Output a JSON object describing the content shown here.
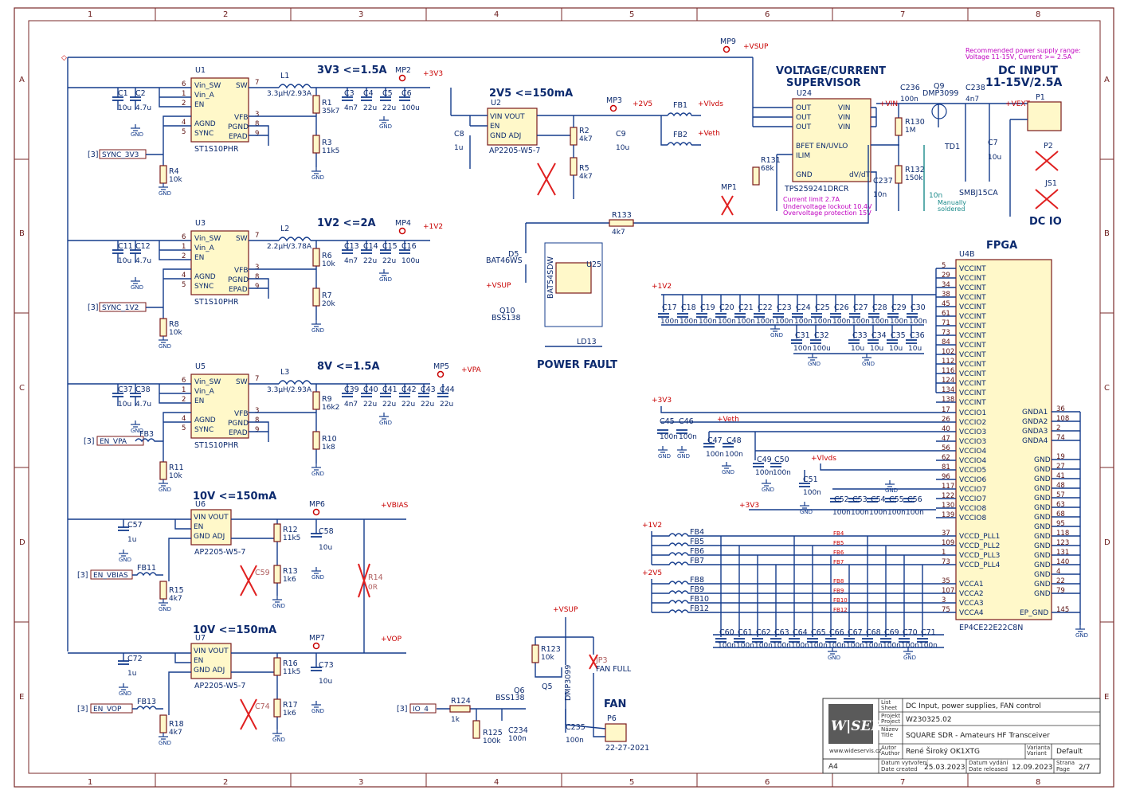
{
  "grid": {
    "columns": [
      "1",
      "2",
      "3",
      "4",
      "5",
      "6",
      "7",
      "8"
    ],
    "rows": [
      "A",
      "B",
      "C",
      "D",
      "E"
    ]
  },
  "sections": {
    "u1_rail": "3V3 <=1.5A",
    "u3_rail": "1V2 <=2A",
    "u5_rail": "8V <=1.5A",
    "u6_rail": "10V <=150mA",
    "u7_rail": "10V <=150mA",
    "u2_rail": "2V5 <=150mA",
    "supervisor": "VOLTAGE/CURRENT",
    "supervisor2": "SUPERVISOR",
    "dc_input": "DC INPUT",
    "dc_input2": "11-15V/2.5A",
    "dc_io": "DC IO",
    "fpga": "FPGA",
    "power_fault": "POWER FAULT",
    "fan": "FAN"
  },
  "notes": {
    "supply_range1": "Recommended power supply range:",
    "supply_range2": "Voltage 11-15V, Current >= 2.5A",
    "limit1": "Current limit 2.7A",
    "limit2": "Undervoltage lockout 10.4V",
    "limit3": "Overvoltage protection 15V",
    "manual1": "Manually",
    "manual2": "soldered"
  },
  "power_nets": {
    "vsup": "+VSUP",
    "v3v3": "+3V3",
    "v1v2": "+1V2",
    "vpa": "+VPA",
    "v2v5": "+2V5",
    "vlvds": "+Vlvds",
    "veth": "+Veth",
    "vbias": "+VBIAS",
    "vop": "+VOP",
    "vin": "+VIN",
    "vext": "+VEXT"
  },
  "regulators": {
    "u1": {
      "ref": "U1",
      "part": "ST1S10PHR",
      "pins_left": [
        "Vin_SW",
        "Vin_A",
        "EN",
        "AGND",
        "SYNC"
      ],
      "pins_right": [
        "SW",
        "VFB",
        "PGND",
        "EPAD"
      ]
    },
    "u3": {
      "ref": "U3",
      "part": "ST1S10PHR"
    },
    "u5": {
      "ref": "U5",
      "part": "ST1S10PHR"
    },
    "u2": {
      "ref": "U2",
      "part": "AP2205-W5-7"
    },
    "u6": {
      "ref": "U6",
      "part": "AP2205-W5-7"
    },
    "u7": {
      "ref": "U7",
      "part": "AP2205-W5-7"
    },
    "u24": {
      "ref": "U24",
      "part": "TPS259241DRCR"
    },
    "u25": {
      "ref": "U25",
      "part": "BAT54SDW"
    }
  },
  "labels": {
    "sync3v3": "SYNC_3V3",
    "sync1v2": "SYNC_1V2",
    "en_vpa": "EN_VPA",
    "en_vbias": "EN_VBIAS",
    "en_vop": "EN_VOP",
    "io4": "IO_4",
    "sheet_ref": "[3]"
  },
  "components": {
    "l1": "L1",
    "l1v": "3.3µH/2.93A",
    "l2": "L2",
    "l2v": "2.2µH/3.78A",
    "l3": "L3",
    "l3v": "3.3µH/2.93A",
    "r1": "R1",
    "r1v": "35k7",
    "r3": "R3",
    "r3v": "11k5",
    "r4": "R4",
    "r4v": "10k",
    "r6": "R6",
    "r6v": "10k",
    "r7": "R7",
    "r7v": "20k",
    "r8": "R8",
    "r8v": "10k",
    "r9": "R9",
    "r9v": "16k2",
    "r10": "R10",
    "r10v": "1k8",
    "r11": "R11",
    "r11v": "10k",
    "r12": "R12",
    "r12v": "11k5",
    "r13": "R13",
    "r13v": "1k6",
    "r15": "R15",
    "r15v": "4k7",
    "r16": "R16",
    "r16v": "11k5",
    "r17": "R17",
    "r17v": "1k6",
    "r18": "R18",
    "r18v": "4k7",
    "r2": "R2",
    "r2v": "4k7",
    "r5": "R5",
    "r5v": "4k7",
    "r14": "R14",
    "r14v": "0R",
    "r130": "R130",
    "r130v": "1M",
    "r131": "R131",
    "r131v": "68k",
    "r132": "R132",
    "r132v": "150k",
    "r133": "R133",
    "r133v": "4k7",
    "r123": "R123",
    "r123v": "10k",
    "r124": "R124",
    "r124v": "1k",
    "r125": "R125",
    "r125v": "100k",
    "fb1": "FB1",
    "fb2": "FB2",
    "fb3": "FB3",
    "fb11": "FB11",
    "fb13": "FB13",
    "q9": "Q9",
    "q9v": "DMP3099",
    "q10": "Q10",
    "q10v": "BSS138",
    "q6": "Q6",
    "q6v": "BSS138",
    "q5": "Q5",
    "q5v": "DMP3099",
    "d5": "D5",
    "d5v": "BAT46WS",
    "td1": "TD1",
    "td1v": "SMBJ15CA",
    "ld13": "LD13",
    "p1": "P1",
    "p2": "P2",
    "js1": "JS1",
    "p6": "P6",
    "p6v": "22-27-2021",
    "jp3": "JP3",
    "jp3v": "FAN FULL",
    "mp1": "MP1",
    "mp2": "MP2",
    "mp3": "MP3",
    "mp4": "MP4",
    "mp5": "MP5",
    "mp6": "MP6",
    "mp7": "MP7",
    "mp9": "MP9"
  },
  "fpga": {
    "ref": "U4B",
    "part": "EP4CE22E22C8N",
    "vccint_pins": [
      "5",
      "29",
      "34",
      "38",
      "45",
      "61",
      "71",
      "73",
      "84",
      "102",
      "112",
      "116",
      "124",
      "134",
      "138"
    ],
    "vccint_name": "VCCINT",
    "vccio": [
      {
        "pin": "17",
        "name": "VCCIO1"
      },
      {
        "pin": "26",
        "name": "VCCIO2"
      },
      {
        "pin": "40",
        "name": "VCCIO3"
      },
      {
        "pin": "47",
        "name": "VCCIO3"
      },
      {
        "pin": "56",
        "name": "VCCIO4"
      },
      {
        "pin": "62",
        "name": "VCCIO4"
      },
      {
        "pin": "81",
        "name": "VCCIO5"
      },
      {
        "pin": "96",
        "name": "VCCIO6"
      },
      {
        "pin": "117",
        "name": "VCCIO7"
      },
      {
        "pin": "122",
        "name": "VCCIO7"
      },
      {
        "pin": "130",
        "name": "VCCIO8"
      },
      {
        "pin": "139",
        "name": "VCCIO8"
      }
    ],
    "pll": [
      {
        "pin": "37",
        "name": "VCCD_PLL1"
      },
      {
        "pin": "109",
        "name": "VCCD_PLL2"
      },
      {
        "pin": "1",
        "name": "VCCD_PLL3"
      },
      {
        "pin": "73",
        "name": "VCCD_PLL4"
      },
      {
        "pin": "35",
        "name": "VCCA1"
      },
      {
        "pin": "107",
        "name": "VCCA2"
      },
      {
        "pin": "3",
        "name": "VCCA3"
      },
      {
        "pin": "75",
        "name": "VCCA4"
      }
    ],
    "gnd_right": [
      {
        "pin": "36",
        "name": "GNDA1"
      },
      {
        "pin": "108",
        "name": "GNDA2"
      },
      {
        "pin": "2",
        "name": "GNDA3"
      },
      {
        "pin": "74",
        "name": "GNDA4"
      },
      {
        "pin": "19",
        "name": "GND"
      },
      {
        "pin": "27",
        "name": "GND"
      },
      {
        "pin": "41",
        "name": "GND"
      },
      {
        "pin": "48",
        "name": "GND"
      },
      {
        "pin": "57",
        "name": "GND"
      },
      {
        "pin": "63",
        "name": "GND"
      },
      {
        "pin": "68",
        "name": "GND"
      },
      {
        "pin": "95",
        "name": "GND"
      },
      {
        "pin": "118",
        "name": "GND"
      },
      {
        "pin": "123",
        "name": "GND"
      },
      {
        "pin": "131",
        "name": "GND"
      },
      {
        "pin": "140",
        "name": "GND"
      },
      {
        "pin": "4",
        "name": "GND"
      },
      {
        "pin": "22",
        "name": "GND"
      },
      {
        "pin": "79",
        "name": "GND"
      },
      {
        "pin": "145",
        "name": "EP_GND"
      }
    ],
    "fb_labels": [
      "FB4",
      "FB5",
      "FB6",
      "FB7",
      "FB8",
      "FB9",
      "FB10",
      "FB12"
    ]
  },
  "cap_rows": {
    "row1": [
      "C17",
      "C18",
      "C19",
      "C20",
      "C21",
      "C22",
      "C23",
      "C24",
      "C25",
      "C26",
      "C27",
      "C28",
      "C29",
      "C30"
    ],
    "row1v": "100n",
    "row2": [
      "C31",
      "C32",
      "C33",
      "C34",
      "C35",
      "C36"
    ],
    "row2v": [
      "100n",
      "100u",
      "10u",
      "10u",
      "10u",
      "10u"
    ],
    "row3": [
      "C60",
      "C61",
      "C62",
      "C63",
      "C64",
      "C65",
      "C66",
      "C67",
      "C68",
      "C69",
      "C70",
      "C71"
    ],
    "row3v": "100n",
    "row4": [
      "C52",
      "C53",
      "C54",
      "C55",
      "C56"
    ]
  },
  "title_block": {
    "list_label": "List\nSheet",
    "sheet_title": "DC Input, power supplies, FAN control",
    "project_label": "Projekt\nProject",
    "project": "W230325.02",
    "name_label": "Název\nTitle",
    "title": "SQUARE SDR - Amateurs HF Transceiver",
    "author_label": "Autor\nAuthor",
    "author": "René Široký OK1XTG",
    "variant_label": "Varianta\nVariant",
    "variant": "Default",
    "website": "www.wideservis.cz",
    "size": "A4",
    "created_label": "Datum vytvoření\nDate created",
    "created": "25.03.2023",
    "released_label": "Datum vydání\nDate released",
    "released": "12.09.2023",
    "page_label": "Strana\nPage",
    "page": "2/7",
    "logo_text": "WISER"
  }
}
